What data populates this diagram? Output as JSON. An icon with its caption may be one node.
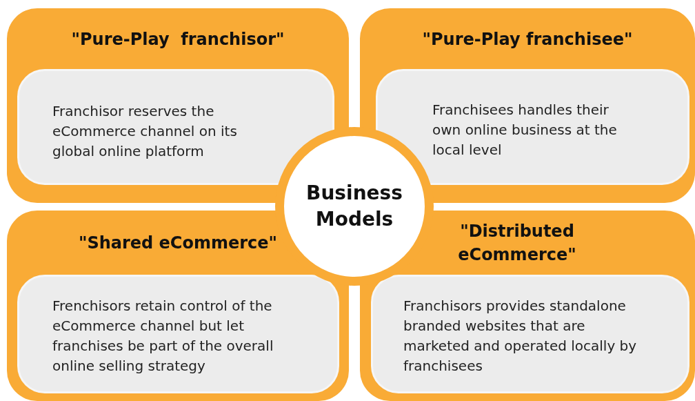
{
  "diagram": {
    "nodes": [
      {
        "text": [
          "\"Pure-Play  franchisor\""
        ]
      },
      {
        "text": [
          "Franchisor reserves the eCommerce channel on its global online platform"
        ],
        "in": 0
      },
      {
        "text": [
          "\"Pure-Play franchisee\""
        ]
      },
      {
        "text": [
          "Franchisees handles their own online business at the local level"
        ],
        "in": 2
      },
      {
        "text": [
          "Business Models"
        ]
      },
      {
        "text": [
          "\"Shared eCommerce\""
        ]
      },
      {
        "text": [
          "Frenchisors retain control of the eCommerce channel but let franchises be part of the overall online selling strategy"
        ],
        "in": 5
      },
      {
        "text": [
          "\"Distributed eCommerce\""
        ]
      },
      {
        "text": [
          "Franchisors provides standalone branded websites that are marketed and operated locally by franchisees"
        ],
        "in": 7
      }
    ]
  }
}
